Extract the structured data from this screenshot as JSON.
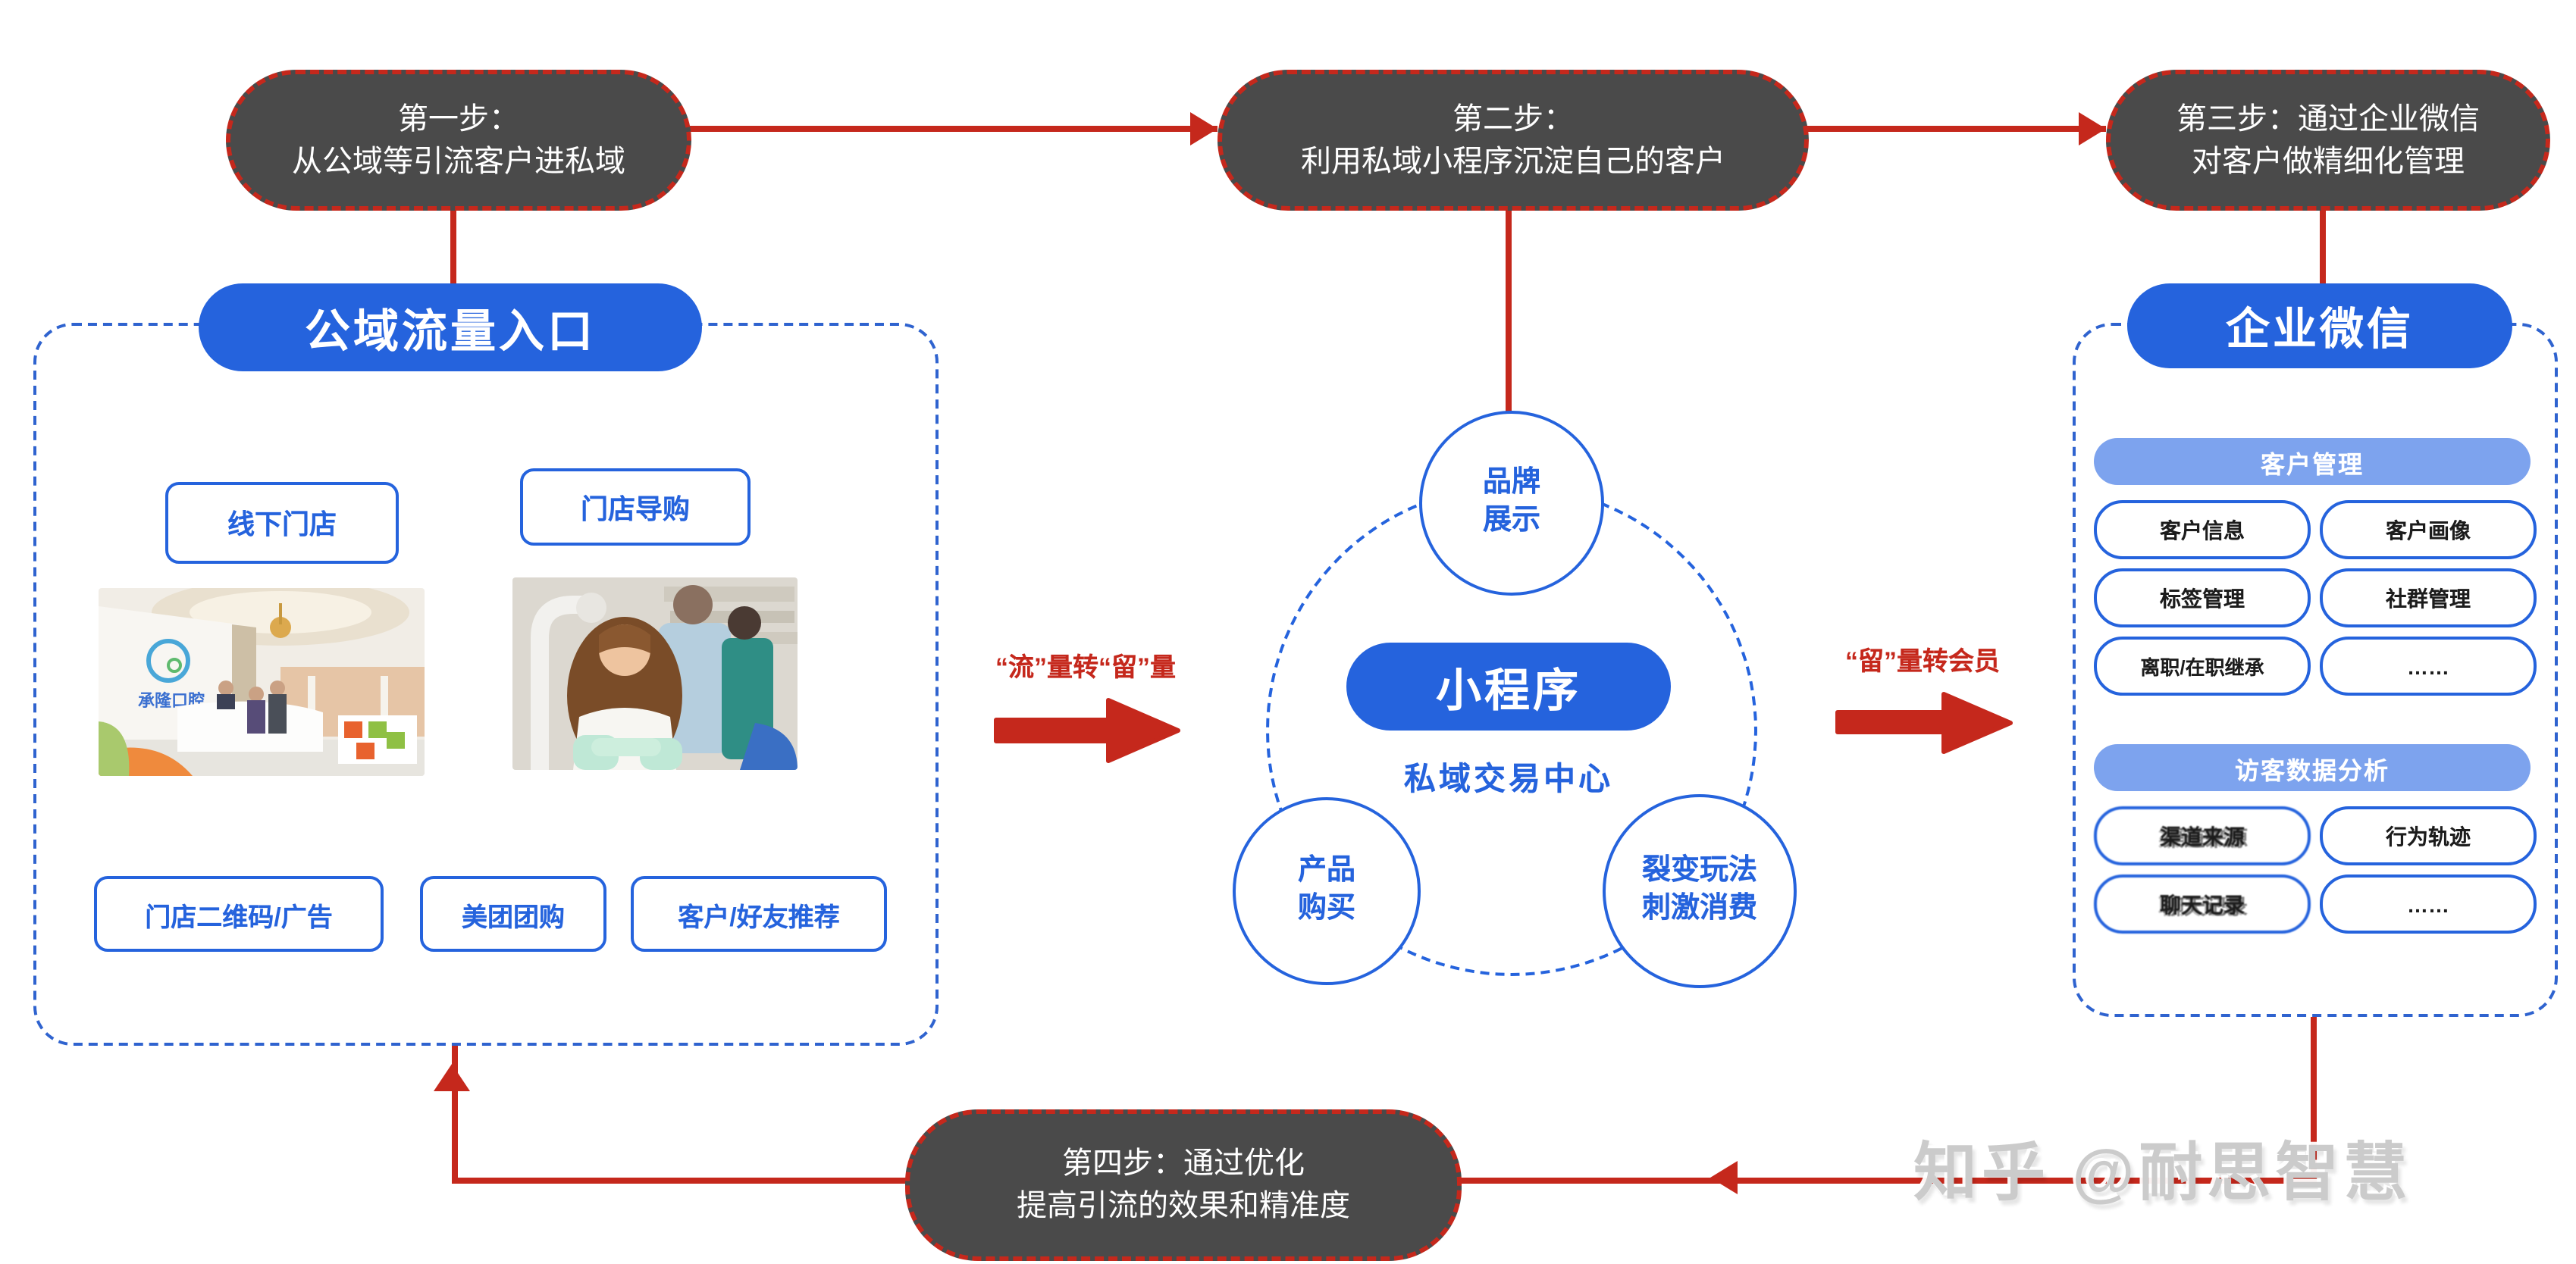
{
  "steps": [
    {
      "line1": "第一步：",
      "line2": "从公域等引流客户进私域"
    },
    {
      "line1": "第二步：",
      "line2": "利用私域小程序沉淀自己的客户"
    },
    {
      "line1": "第三步：通过企业微信",
      "line2": "对客户做精细化管理"
    },
    {
      "line1": "第四步：通过优化",
      "line2": "提高引流的效果和精准度"
    }
  ],
  "left_panel": {
    "title": "公域流量入口",
    "buttons": [
      "线下门店",
      "门店导购",
      "门店二维码/广告",
      "美团团购",
      "客户/好友推荐"
    ],
    "photo_sign": "承隆口腔"
  },
  "flow_labels": {
    "left": "“流”量转“留”量",
    "right": "“留”量转会员"
  },
  "center": {
    "brand_line1": "品牌",
    "brand_line2": "展示",
    "pill": "小程序",
    "subtitle": "私域交易中心",
    "product_line1": "产品",
    "product_line2": "购买",
    "fission_line1": "裂变玩法",
    "fission_line2": "刺激消费"
  },
  "right_panel": {
    "title": "企业微信",
    "groups": [
      {
        "header": "客户管理",
        "items": [
          "客户信息",
          "客户画像",
          "标签管理",
          "社群管理",
          "离职/在职继承",
          "……"
        ]
      },
      {
        "header": "访客数据分析",
        "items": [
          "渠道来源",
          "行为轨迹",
          "聊天记录",
          "……"
        ]
      }
    ]
  },
  "watermark": "知乎 @耐思智慧",
  "colors": {
    "primary_blue": "#2563dd",
    "light_blue": "#7da3ee",
    "dark_pill_gray": "#4a4a4a",
    "connector_red": "#c5281c"
  }
}
